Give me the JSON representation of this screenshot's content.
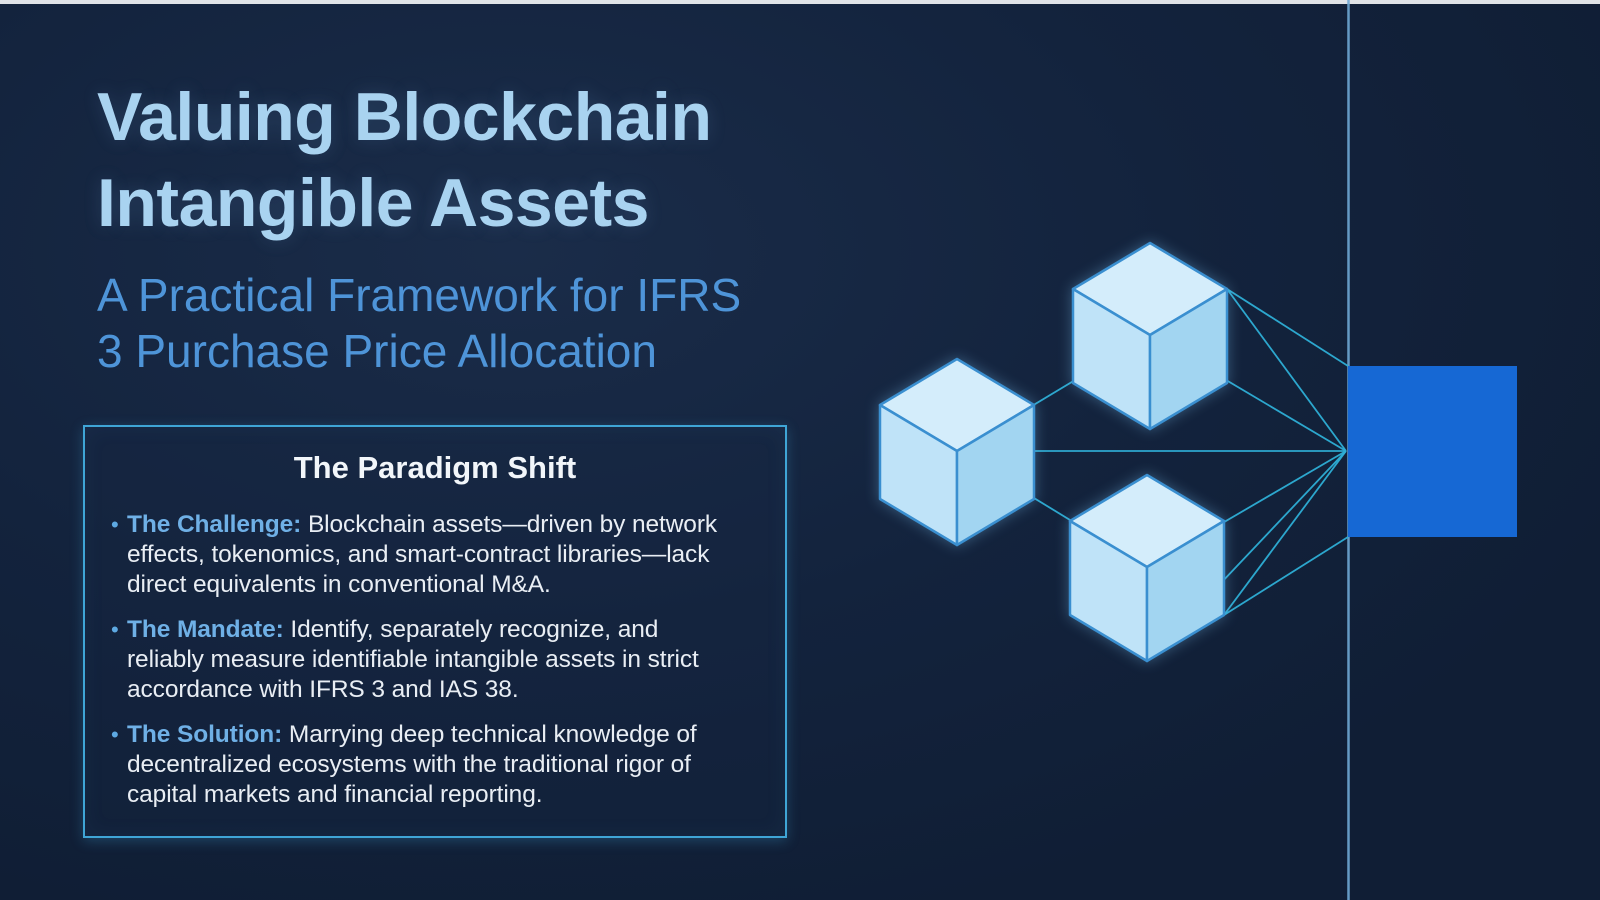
{
  "slide": {
    "title_line1": "Valuing Blockchain",
    "title_line2": "Intangible Assets",
    "subtitle_line1": "A Practical Framework for IFRS",
    "subtitle_line2": "3 Purchase Price Allocation",
    "panel": {
      "heading": "The Paradigm Shift",
      "bullets": [
        {
          "label": "The Challenge:",
          "text": "Blockchain assets—driven by network effects, tokenomics, and smart-contract libraries—lack direct equivalents in conventional M&A."
        },
        {
          "label": "The Mandate:",
          "text": "Identify, separately recognize, and reliably measure identifiable intangible assets in strict accordance with IFRS 3 and IAS 38."
        },
        {
          "label": "The Solution:",
          "text": "Marrying deep technical knowledge of decentralized ecosystems with the traditional rigor of capital markets and financial reporting."
        }
      ]
    }
  },
  "icons": {
    "bullet": "•"
  },
  "colors": {
    "background": "#13233D",
    "top_edge": "#F2F4F6",
    "title": "#A9D3F0",
    "subtitle": "#4E94D8",
    "panel_border": "#3FA5D6",
    "heading": "#F2F6FA",
    "body_text": "#E9EEF4",
    "bullet_label": "#6FB0E6",
    "bullet_dot": "#5EA9E2",
    "cube_top": "#D4EDFB",
    "cube_left": "#BFE3F8",
    "cube_right": "#A2D5F1",
    "cube_outline": "#3A8FD0",
    "connector_line": "#2EAFD6",
    "vertical_line": "#6FA8D4",
    "node_rect": "#1668D4"
  }
}
